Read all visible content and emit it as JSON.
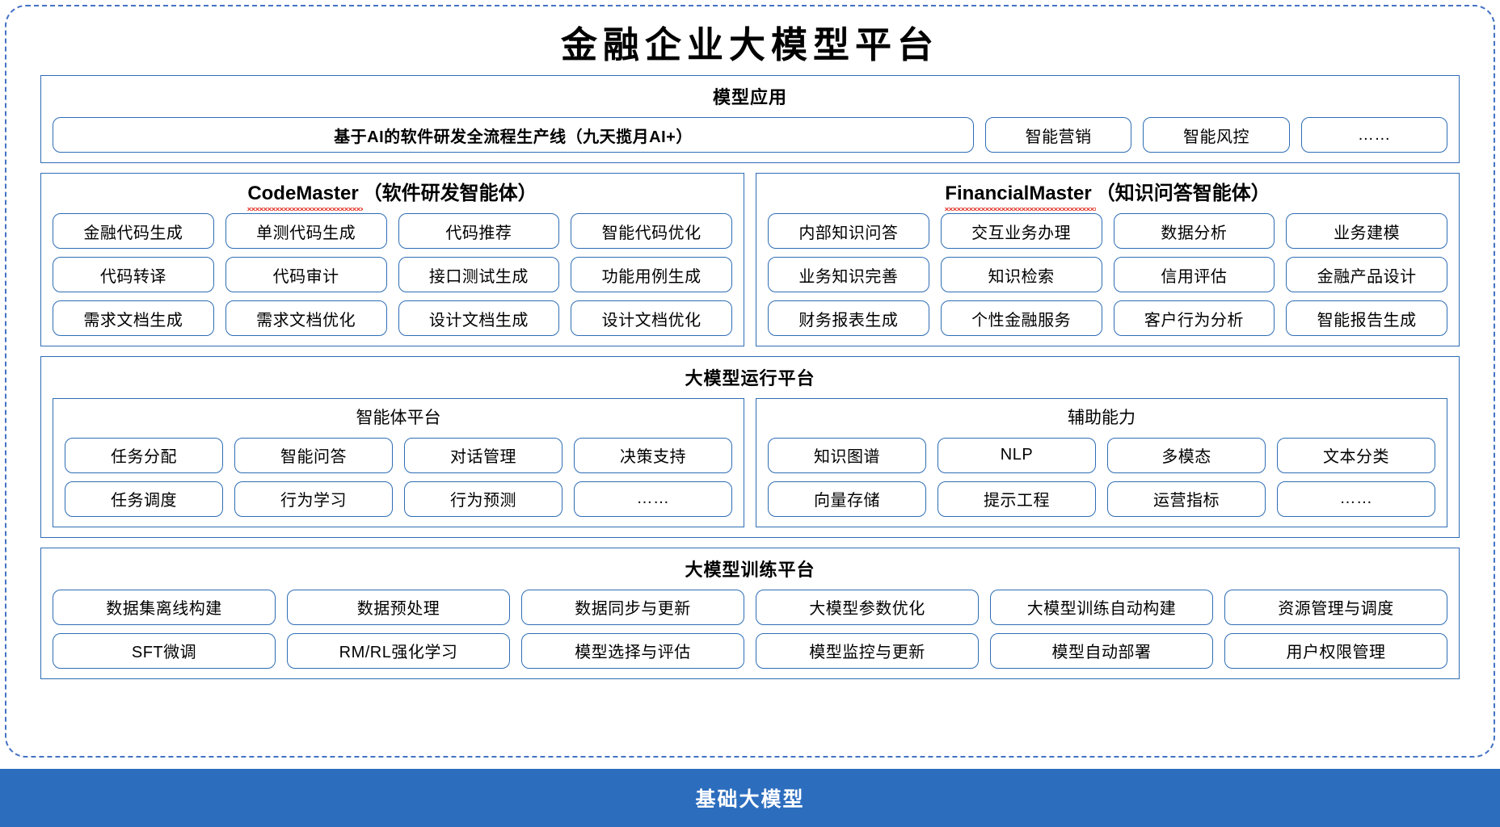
{
  "page": {
    "title": "金融企业大模型平台",
    "accent_color": "#2E6DB4",
    "frame_color": "#4472C4",
    "base_bar_color": "#2C6DBE",
    "spellcheck_color": "#E23A2E"
  },
  "applications": {
    "title": "模型应用",
    "primary": "基于AI的软件研发全流程生产线（九天揽月AI+）",
    "items": [
      "智能营销",
      "智能风控",
      "……"
    ]
  },
  "agents": [
    {
      "name_en": "CodeMaster",
      "name_cn": "（软件研发智能体）",
      "rows": [
        [
          "金融代码生成",
          "单测代码生成",
          "代码推荐",
          "智能代码优化"
        ],
        [
          "代码转译",
          "代码审计",
          "接口测试生成",
          "功能用例生成"
        ],
        [
          "需求文档生成",
          "需求文档优化",
          "设计文档生成",
          "设计文档优化"
        ]
      ]
    },
    {
      "name_en": "FinancialMaster",
      "name_cn": "（知识问答智能体）",
      "rows": [
        [
          "内部知识问答",
          "交互业务办理",
          "数据分析",
          "业务建模"
        ],
        [
          "业务知识完善",
          "知识检索",
          "信用评估",
          "金融产品设计"
        ],
        [
          "财务报表生成",
          "个性金融服务",
          "客户行为分析",
          "智能报告生成"
        ]
      ]
    }
  ],
  "runtime": {
    "title": "大模型运行平台",
    "panels": [
      {
        "title": "智能体平台",
        "rows": [
          [
            "任务分配",
            "智能问答",
            "对话管理",
            "决策支持"
          ],
          [
            "任务调度",
            "行为学习",
            "行为预测",
            "……"
          ]
        ]
      },
      {
        "title": "辅助能力",
        "rows": [
          [
            "知识图谱",
            "NLP",
            "多模态",
            "文本分类"
          ],
          [
            "向量存储",
            "提示工程",
            "运营指标",
            "……"
          ]
        ]
      }
    ]
  },
  "training": {
    "title": "大模型训练平台",
    "rows": [
      [
        "数据集离线构建",
        "数据预处理",
        "数据同步与更新",
        "大模型参数优化",
        "大模型训练自动构建",
        "资源管理与调度"
      ],
      [
        "SFT微调",
        "RM/RL强化学习",
        "模型选择与评估",
        "模型监控与更新",
        "模型自动部署",
        "用户权限管理"
      ]
    ]
  },
  "base_model": {
    "label": "基础大模型"
  }
}
